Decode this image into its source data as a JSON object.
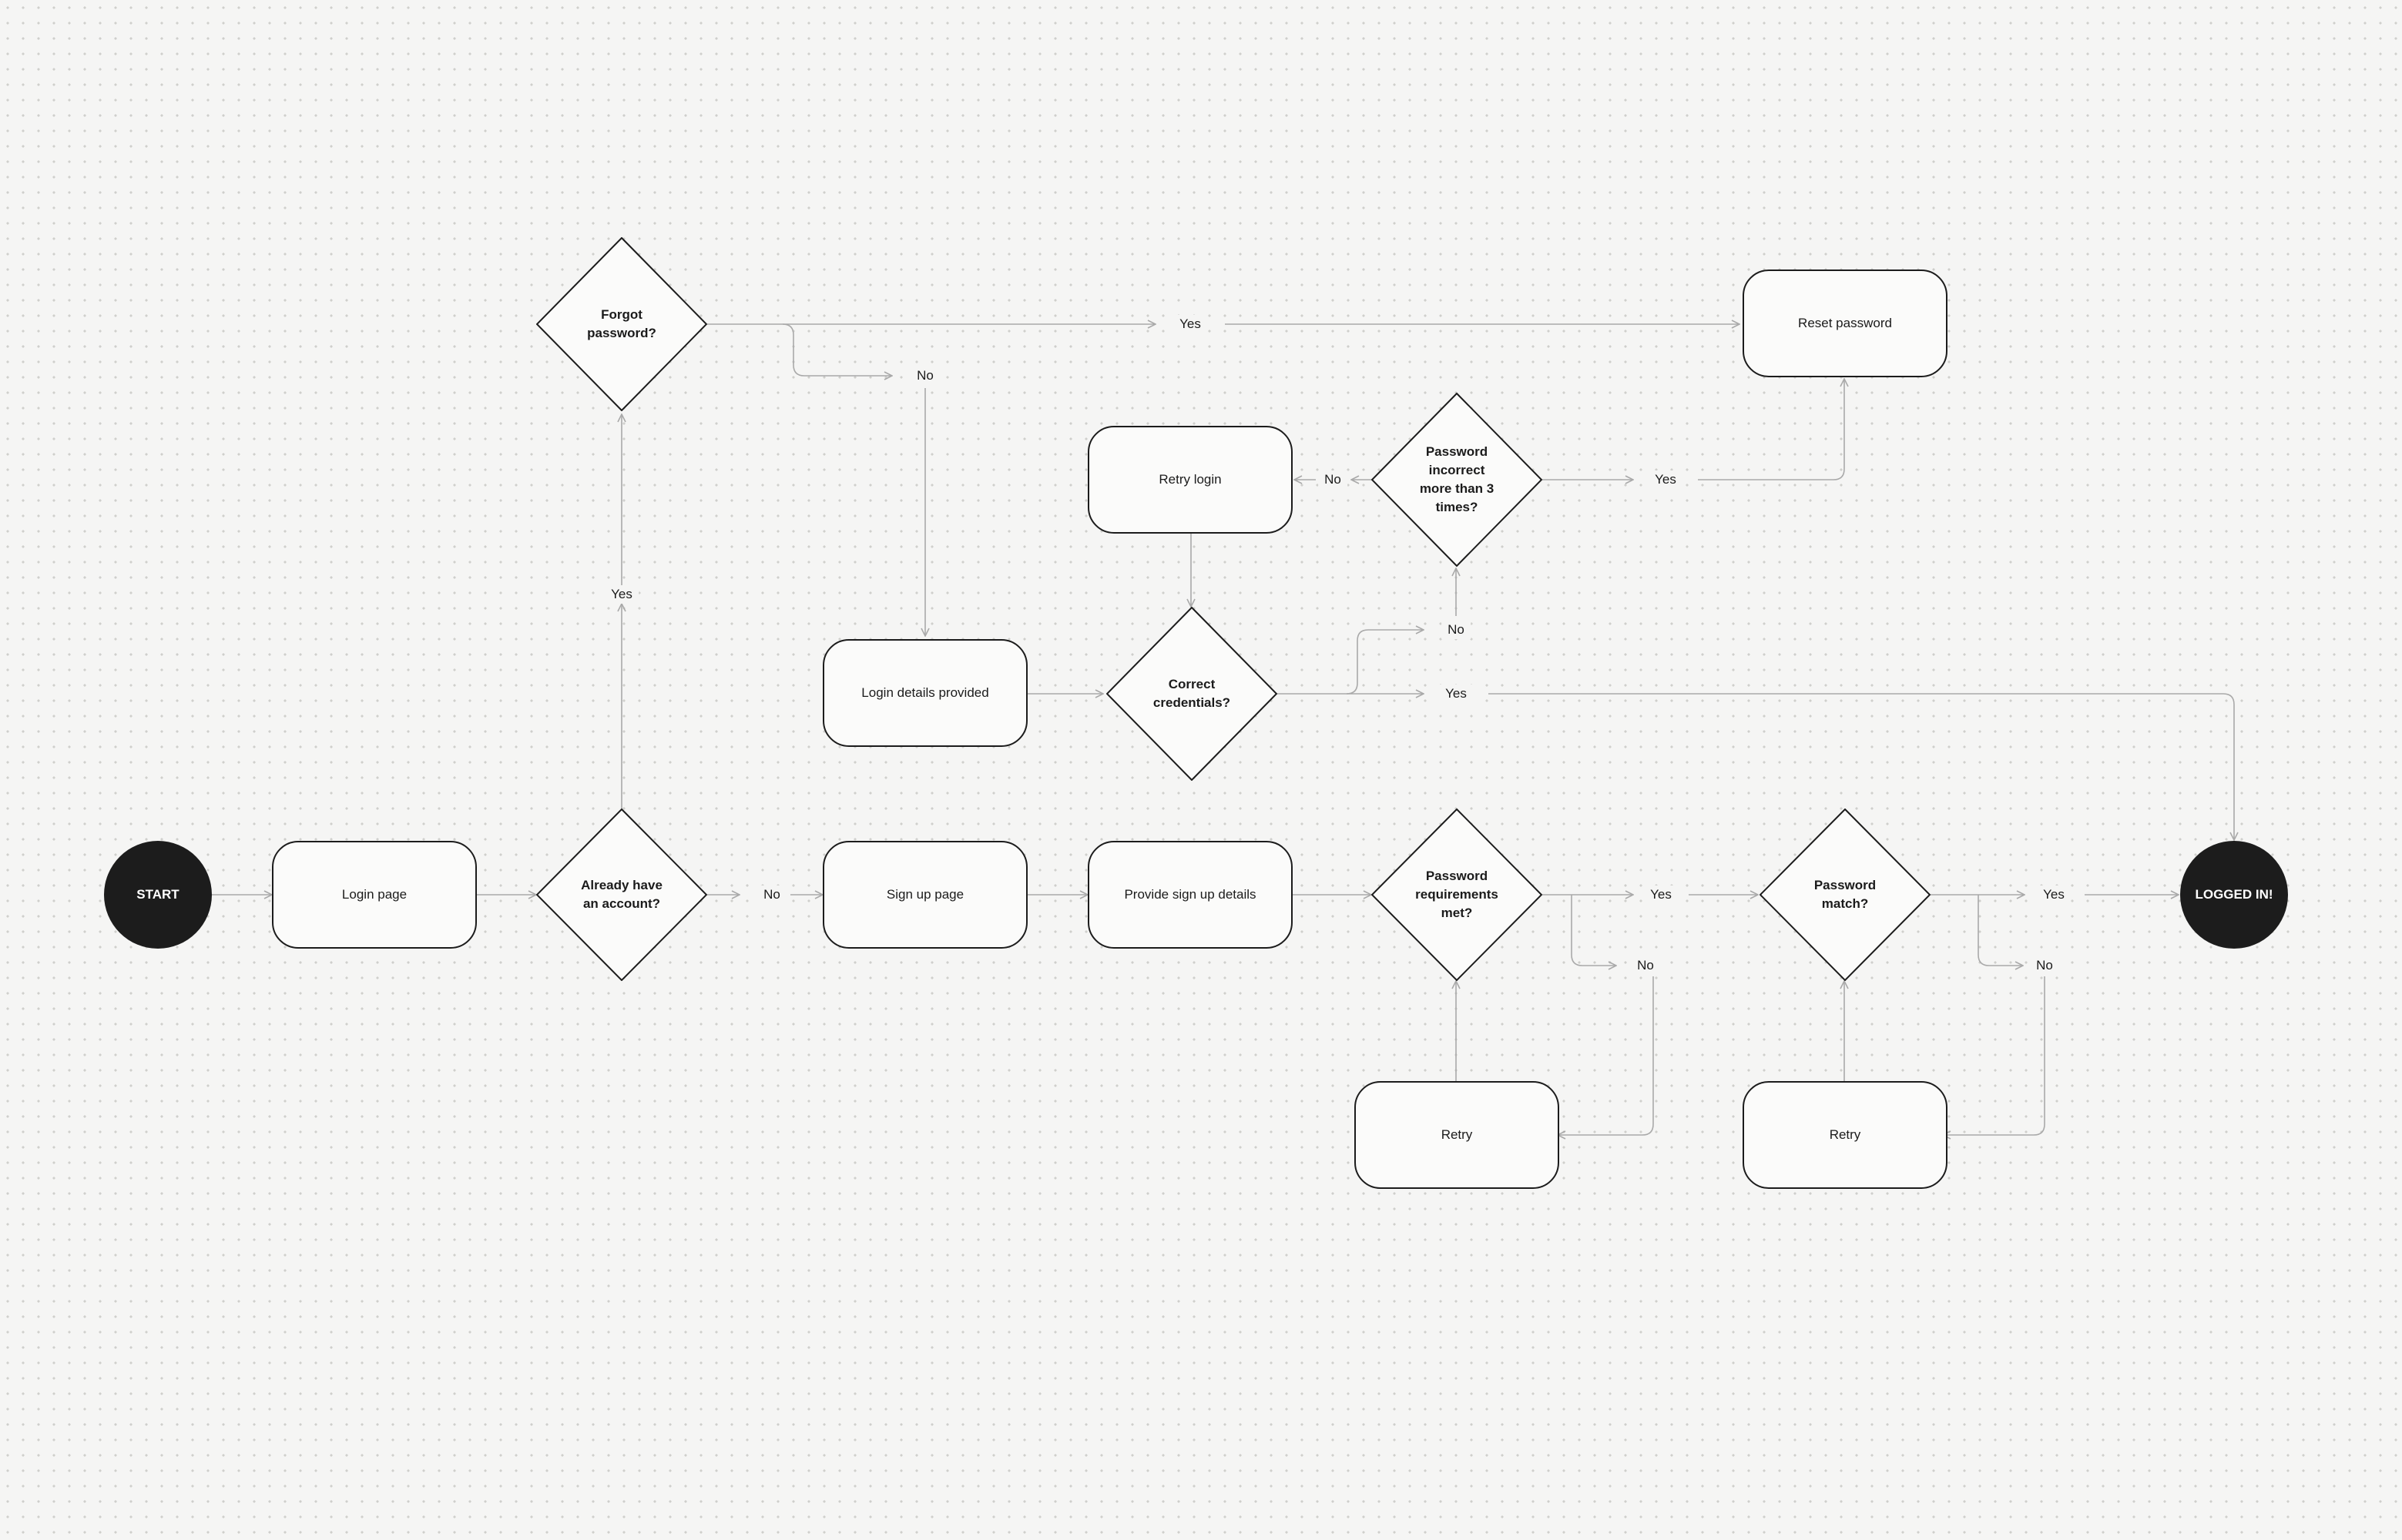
{
  "flowchart": {
    "colors": {
      "canvas": "#f5f5f4",
      "node_fill": "#fbfbfa",
      "stroke": "#1c1c1c",
      "connector": "#a9a9a9",
      "terminal": "#1c1c1c"
    },
    "nodes": {
      "start": "START",
      "login_page": "Login page",
      "already_have_account": "Already have\nan account?",
      "forgot_password": "Forgot\npassword?",
      "reset_password": "Reset password",
      "retry_login": "Retry login",
      "password_incorrect_3_times": "Password\nincorrect\nmore than 3\ntimes?",
      "login_details_provided": "Login details provided",
      "correct_credentials": "Correct\ncredentials?",
      "sign_up_page": "Sign up page",
      "provide_sign_up_details": "Provide sign up details",
      "password_requirements_met": "Password\nrequirements\nmet?",
      "password_match": "Password\nmatch?",
      "retry_requirements": "Retry",
      "retry_match": "Retry",
      "logged_in": "LOGGED IN!"
    },
    "labels": {
      "forgot_yes": "Yes",
      "forgot_no": "No",
      "incorrect_no": "No",
      "incorrect_yes": "Yes",
      "account_yes": "Yes",
      "credentials_no": "No",
      "credentials_yes": "Yes",
      "account_no": "No",
      "requirements_yes": "Yes",
      "requirements_no": "No",
      "match_yes": "Yes",
      "match_no": "No"
    }
  }
}
